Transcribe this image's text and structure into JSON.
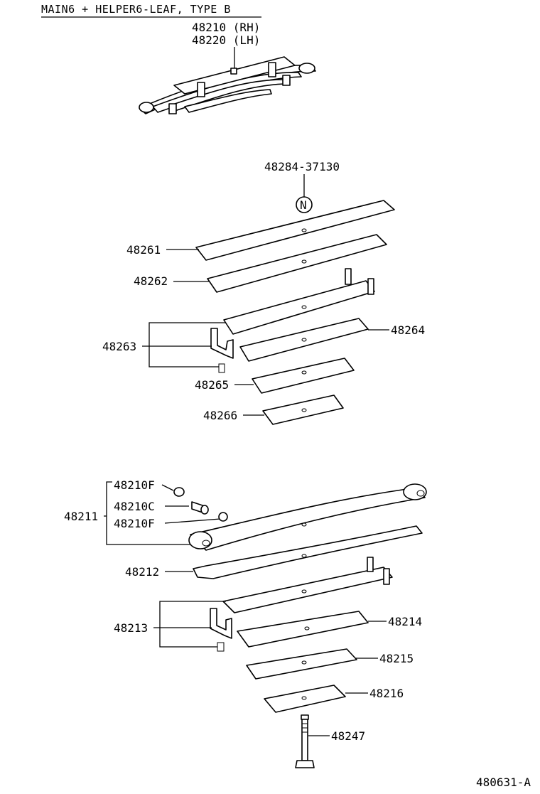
{
  "header": {
    "title": "MAIN6 + HELPER6-LEAF, TYPE B"
  },
  "assembly": {
    "rh": "48210 (RH)",
    "lh": "48220 (LH)"
  },
  "helper": {
    "kit": "48284-37130",
    "kit_symbol": "N",
    "parts": [
      "48261",
      "48262",
      "48263",
      "48264",
      "48265",
      "48266"
    ]
  },
  "main": {
    "group": "48211",
    "bushings": [
      "48210F",
      "48210C",
      "48210F"
    ],
    "parts": [
      "48212",
      "48213",
      "48214",
      "48215",
      "48216",
      "48247"
    ]
  },
  "footer": {
    "code": "480631-A"
  }
}
